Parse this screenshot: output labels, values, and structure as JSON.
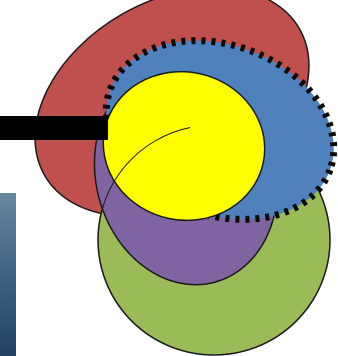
{
  "diagram": {
    "kind": "overlapping ellipses",
    "shapes": [
      {
        "id": "red-ellipse",
        "fill": "#c0504d",
        "outline": "#1a1a1a"
      },
      {
        "id": "green-ellipse",
        "fill": "#9bbb59",
        "outline": "#1a1a1a"
      },
      {
        "id": "purple-ellipse",
        "fill": "#8064a2",
        "outline": "#1a1a1a"
      },
      {
        "id": "blue-ellipse",
        "fill": "#4f81bd",
        "outline": "#0a0a0a",
        "outline_style": "dotted"
      },
      {
        "id": "yellow-ellipse",
        "fill": "#ffff00",
        "outline": "#1a1a1a"
      }
    ],
    "connector": {
      "color": "#000000"
    },
    "photo_strip": {
      "colors": [
        "#6f8fa8",
        "#3f6587",
        "#24466a"
      ]
    }
  }
}
